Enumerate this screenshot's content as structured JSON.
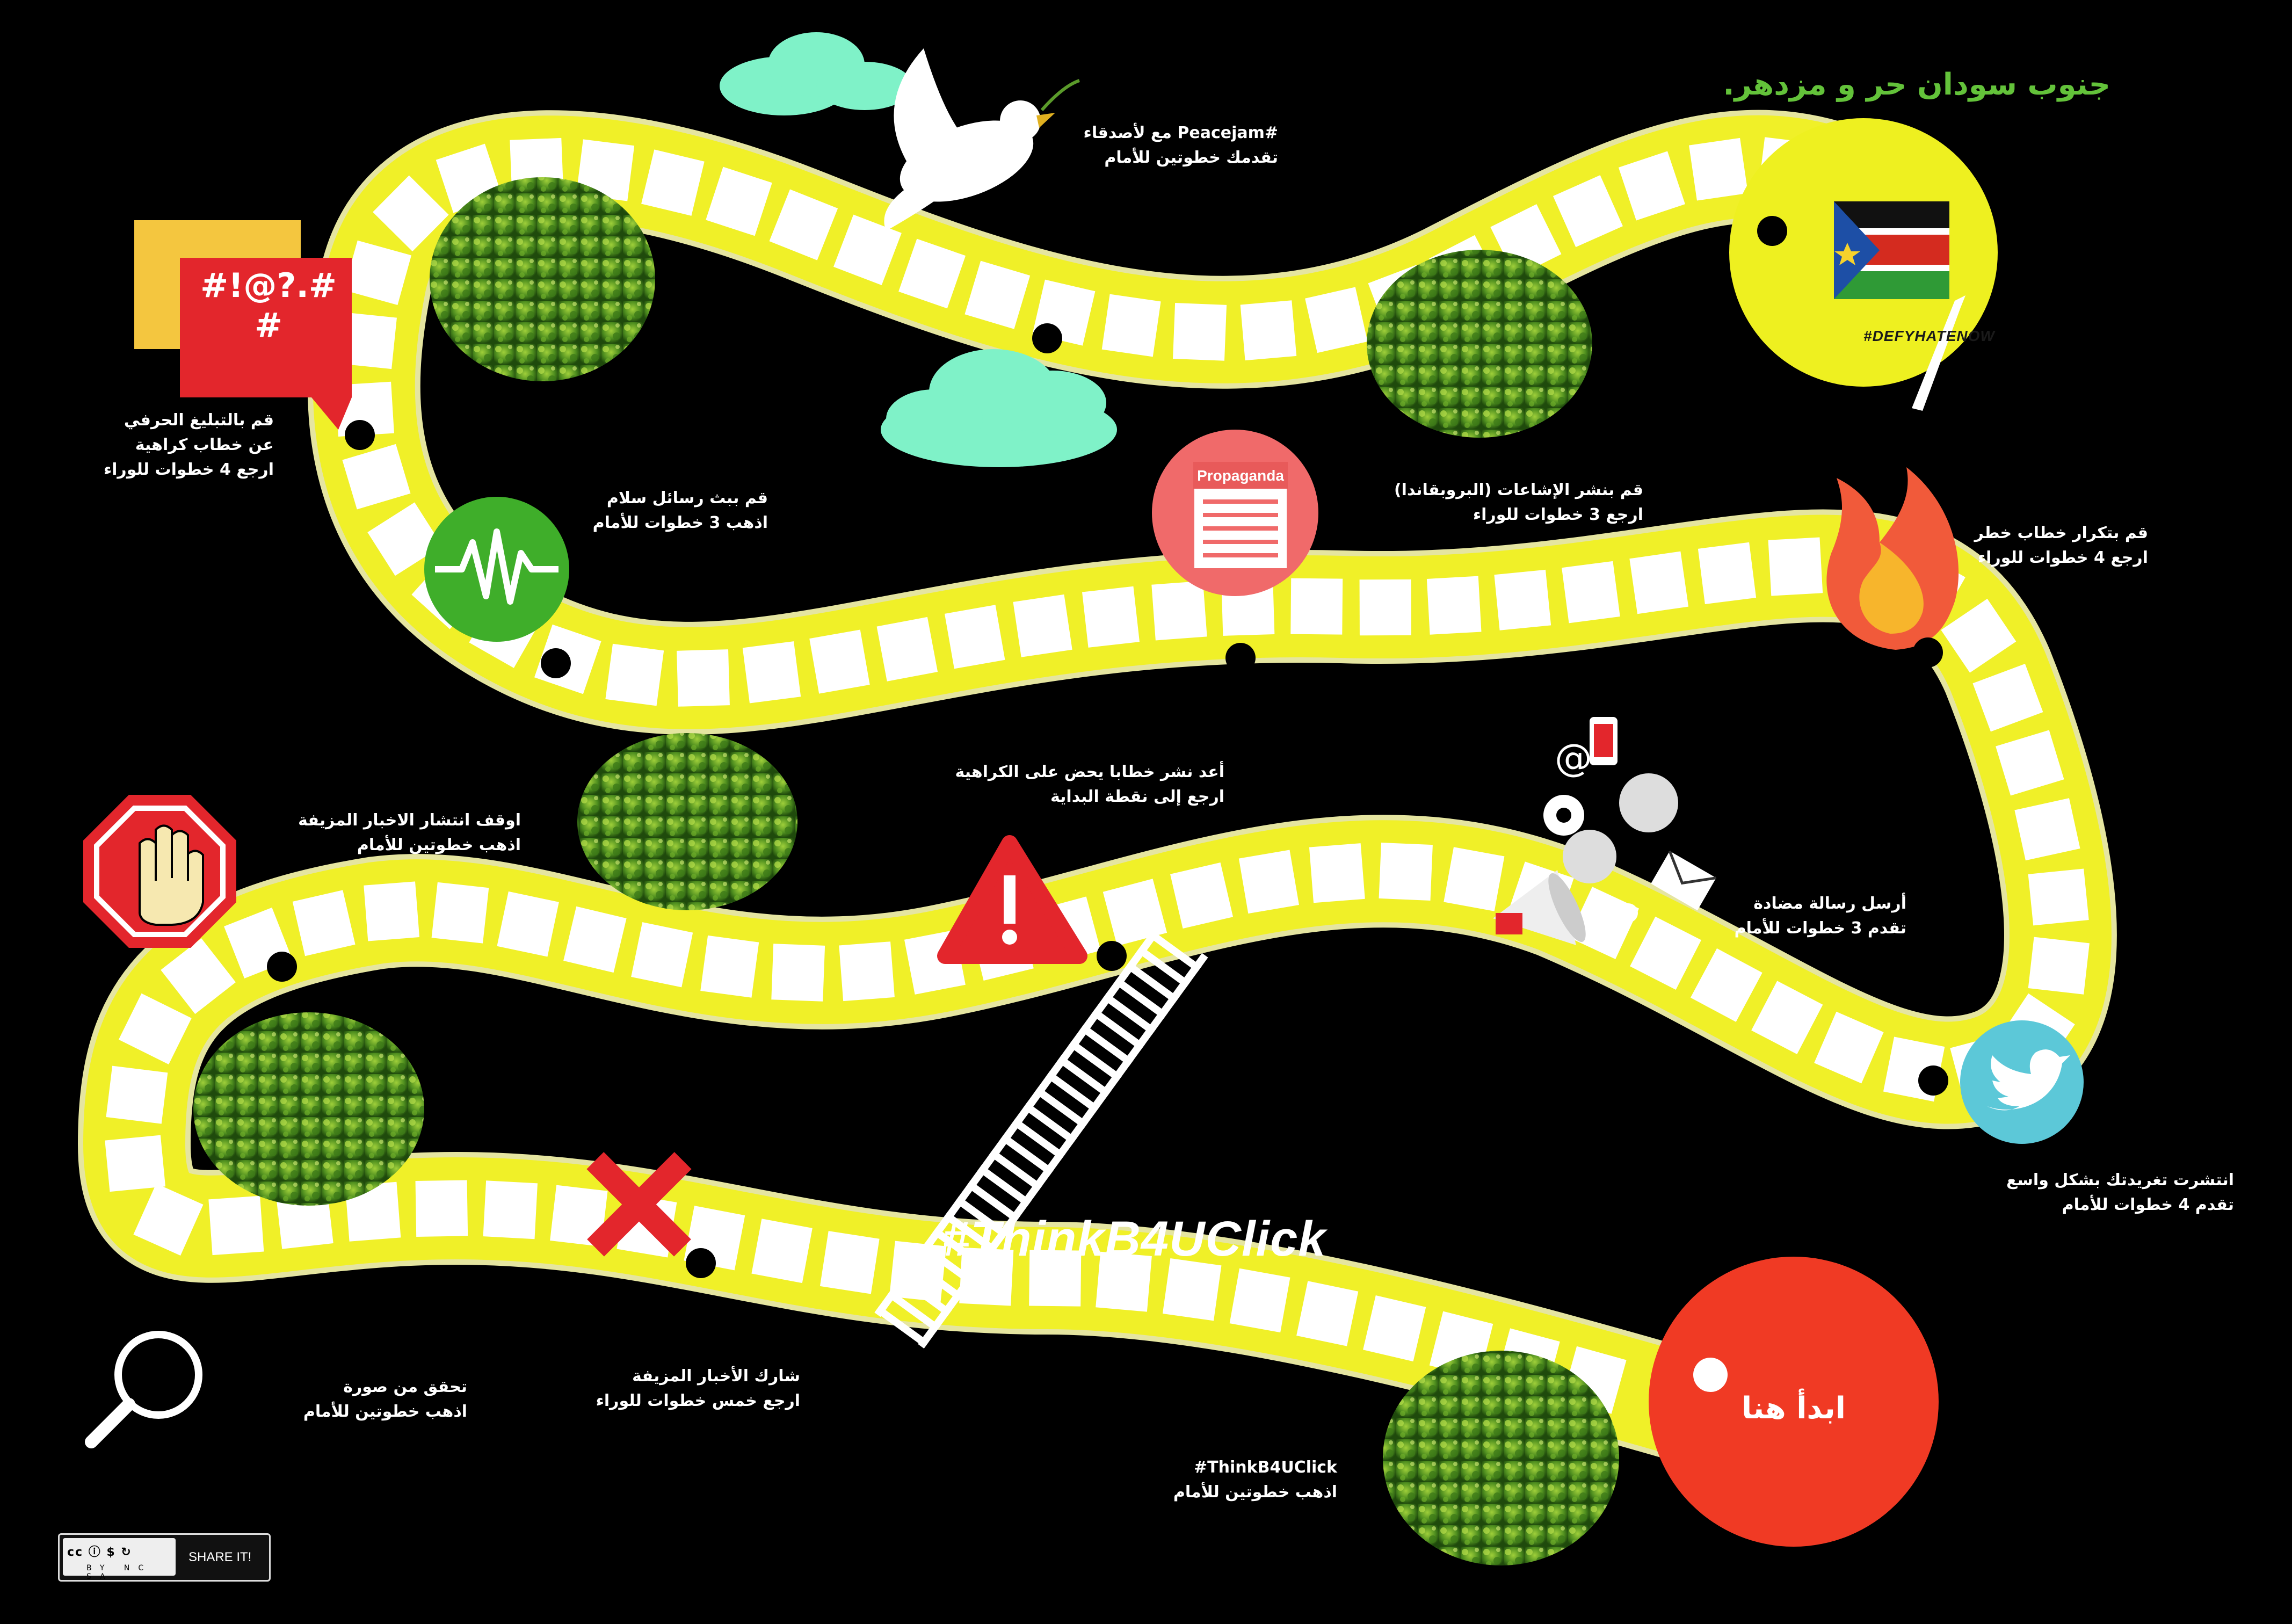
{
  "title": "جنوب سودان حر و مزدهر.",
  "brand": "#ThinkB4UClick",
  "start_label": "ابدأ هنا",
  "finish_hashtag": "#DEFYHATENOW",
  "propaganda_label": "Propaganda",
  "hate_symbols": "#!@?.#\n#",
  "license": {
    "badge": "cc ⓘ $ ↻",
    "terms": "BY NC SA",
    "share": "SHARE IT!"
  },
  "colors": {
    "path": "#f0f028",
    "path_edge": "#e5e5a0",
    "tile": "#ffffff",
    "start": "#f03a24",
    "finish": "#eef020",
    "title": "#63c23a"
  },
  "instructions": {
    "peacejam": [
      "#Peacejam مع لأصدقاء",
      "تقدمك خطوتين للأمام"
    ],
    "literal_report": [
      "قم بالتبليغ الحرفي",
      "عن خطاب كراهية",
      "ارجع 4 خطوات للوراء"
    ],
    "peace_messages": [
      "قم ببث رسائل سلام",
      "اذهب 3 خطوات للأمام"
    ],
    "rumors": [
      "قم بنشر الإشاعات (البروبقاندا)",
      "ارجع 3 خطوات للوراء"
    ],
    "repeat_hate": [
      "قم بتكرار خطاب خطر",
      "ارجع 4 خطوات للوراء"
    ],
    "repost_hate": [
      "أعد نشر خطابا يحض على الكراهية",
      "ارجع إلى نقطة البداية"
    ],
    "stop_fake": [
      "اوقف انتشار الاخبار المزيفة",
      "اذهب خطوتين للأمام"
    ],
    "counter_message": [
      "أرسل رسالة مضادة",
      "تقدم 3 خطوات للأمام"
    ],
    "tweet_spread": [
      "انتشرت تغريدتك بشكل واسع",
      "تقدم 4 خطوات للأمام"
    ],
    "verify_image": [
      "تحقق من صورة",
      "اذهب خطوتين للأمام"
    ],
    "share_fake": [
      "شارك الأخبار المزيفة",
      "ارجع خمس خطوات للوراء"
    ],
    "thinkb4uclick": [
      "#ThinkB4UClick",
      "اذهب خطوتين للأمام"
    ]
  },
  "icons": [
    "dove-icon",
    "cloud-icon",
    "hate-speech-bubble-icon",
    "soundwave-icon",
    "newspaper-icon",
    "fire-icon",
    "stop-hand-icon",
    "warning-icon",
    "megaphone-icon",
    "twitter-icon",
    "x-mark-icon",
    "magnifier-icon",
    "flag-icon",
    "bush-icon",
    "ladder-icon"
  ]
}
